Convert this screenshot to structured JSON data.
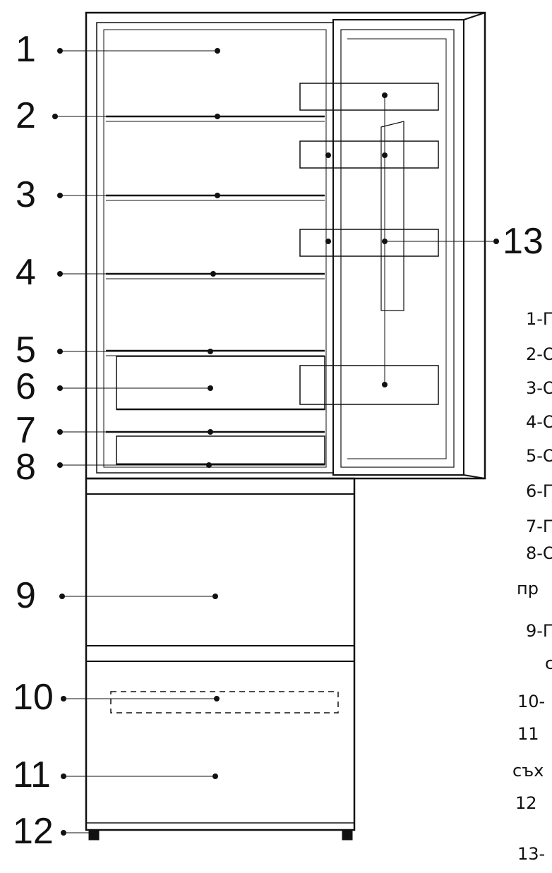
{
  "callouts": [
    "1",
    "2",
    "3",
    "4",
    "5",
    "6",
    "7",
    "8",
    "9",
    "10",
    "11",
    "12",
    "13"
  ],
  "legend": [
    "1-Г",
    "2-О",
    "3-О",
    "4-О",
    "5-О",
    "6-Г",
    "7-Г",
    "8-О",
    "пр",
    "9-Г",
    "с",
    "10-",
    "11",
    "съх",
    "12",
    "13-"
  ],
  "colors": {
    "line": "#111111",
    "background": "#ffffff"
  }
}
